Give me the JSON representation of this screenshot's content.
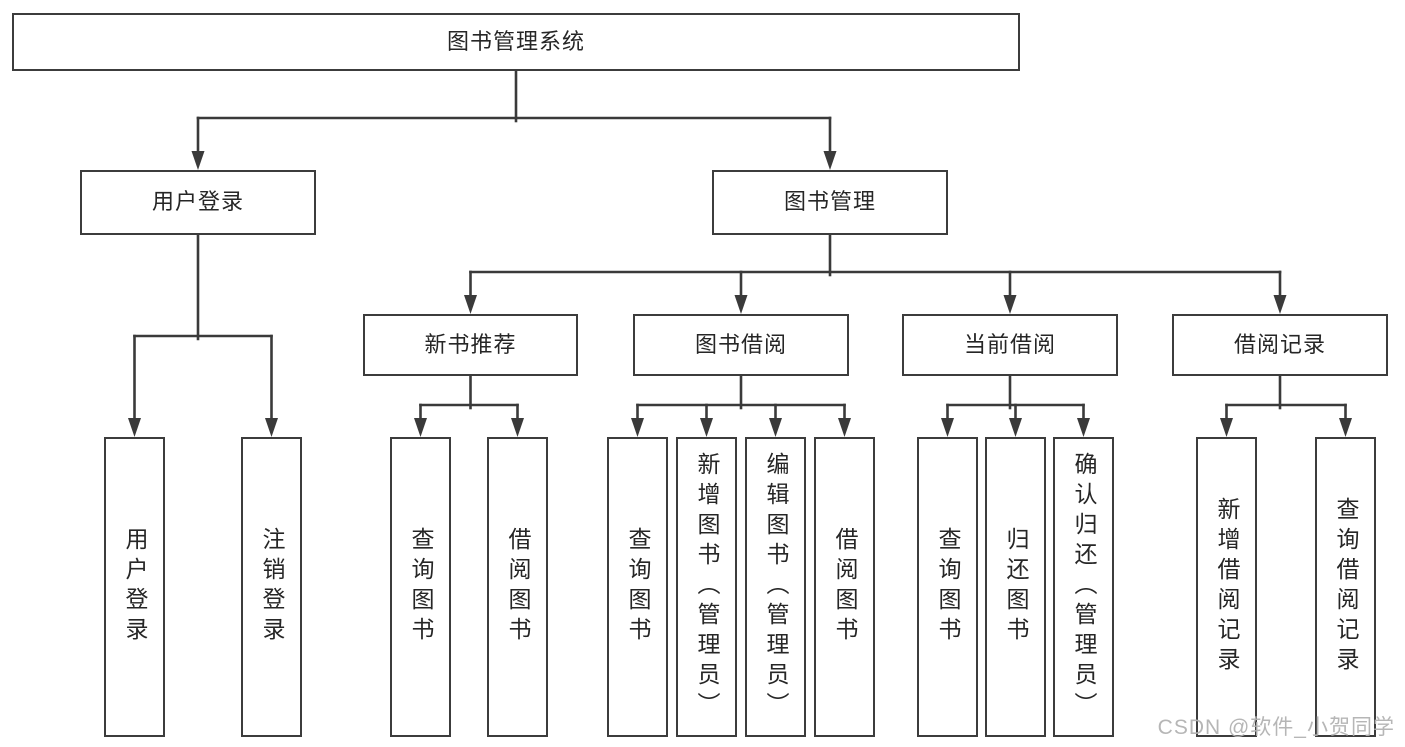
{
  "page": {
    "background": "#ffffff",
    "watermark": "CSDN @软件_小贺同学"
  },
  "diagram": {
    "type": "hierarchy-tree",
    "colors": {
      "line": "#3a3a3a",
      "box_border": "#3c3c3c",
      "box_fill": "#ffffff",
      "text": "#262626",
      "watermark": "#b2b2b2"
    },
    "tree": {
      "id": "root",
      "label": "图书管理系统",
      "children": [
        {
          "id": "user-login",
          "label": "用户登录",
          "children": [
            {
              "id": "user-login-leaf",
              "label": "用户登录"
            },
            {
              "id": "logout-leaf",
              "label": "注销登录"
            }
          ]
        },
        {
          "id": "book-management",
          "label": "图书管理",
          "children": [
            {
              "id": "new-book-recommend",
              "label": "新书推荐",
              "children": [
                {
                  "id": "query-books-1",
                  "label": "查询图书"
                },
                {
                  "id": "borrow-books-1",
                  "label": "借阅图书"
                }
              ]
            },
            {
              "id": "book-borrowing",
              "label": "图书借阅",
              "children": [
                {
                  "id": "query-books-2",
                  "label": "查询图书"
                },
                {
                  "id": "add-books",
                  "label": "新增图书（管理员）"
                },
                {
                  "id": "edit-books",
                  "label": "编辑图书（管理员）"
                },
                {
                  "id": "borrow-books-2",
                  "label": "借阅图书"
                }
              ]
            },
            {
              "id": "current-borrowing",
              "label": "当前借阅",
              "children": [
                {
                  "id": "query-books-3",
                  "label": "查询图书"
                },
                {
                  "id": "return-books",
                  "label": "归还图书"
                },
                {
                  "id": "confirm-return",
                  "label": "确认归还（管理员）"
                }
              ]
            },
            {
              "id": "borrow-records",
              "label": "借阅记录",
              "children": [
                {
                  "id": "add-borrow-record",
                  "label": "新增借阅记录"
                },
                {
                  "id": "query-borrow-record",
                  "label": "查询借阅记录"
                }
              ]
            }
          ]
        }
      ]
    }
  }
}
